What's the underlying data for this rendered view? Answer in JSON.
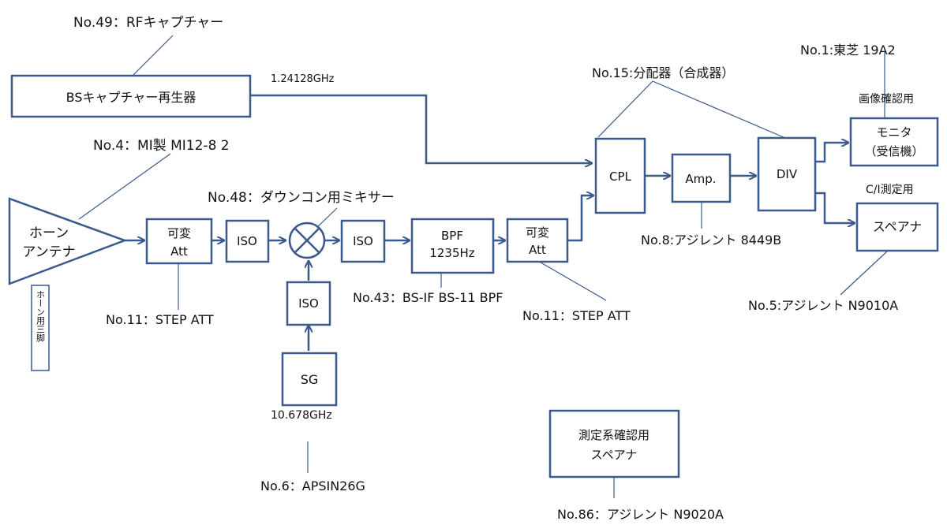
{
  "labels": {
    "no49": "No.49：RFキャプチャー",
    "no1": "No.1:東芝 19A2",
    "no15": "No.15:分配器（合成器）",
    "freq_capture": "1.24128GHz",
    "no4": "No.4：MI製 MI12-8 2",
    "no48": "No.48：ダウンコン用ミキサー",
    "picture_check": "画像確認用",
    "ci_measure": "C/I測定用",
    "no8": "No.8:アジレント 8449B",
    "no43": "No.43：BS-IF BS-11 BPF",
    "no11_left": "No.11：STEP ATT",
    "no11_right": "No.11：STEP ATT",
    "no5": "No.5:アジレント N9010A",
    "sg_freq": "10.678GHz",
    "no6": "No.6：APSIN26G",
    "no86": "No.86：アジレント N9020A"
  },
  "blocks": {
    "bs_capture": "BSキャプチャー再生器",
    "horn_line1": "ホーン",
    "horn_line2": "アンテナ",
    "tripod": "ホーン用三脚",
    "att1_line1": "可変",
    "att1_line2": "Att",
    "iso1": "ISO",
    "iso2": "ISO",
    "iso3": "ISO",
    "bpf_line1": "BPF",
    "bpf_line2": "1235Hz",
    "att2_line1": "可変",
    "att2_line2": "Att",
    "sg": "SG",
    "cpl": "CPL",
    "amp": "Amp.",
    "div": "DIV",
    "monitor_line1": "モニタ",
    "monitor_line2": "（受信機）",
    "spa_right": "スペアナ",
    "meas_line1": "測定系確認用",
    "meas_line2": "スペアナ"
  },
  "colors": {
    "line": "#3a5a8c",
    "text": "#111111",
    "background": "#ffffff"
  },
  "icons": {
    "mixer": "mixer-cross-circle-icon"
  }
}
